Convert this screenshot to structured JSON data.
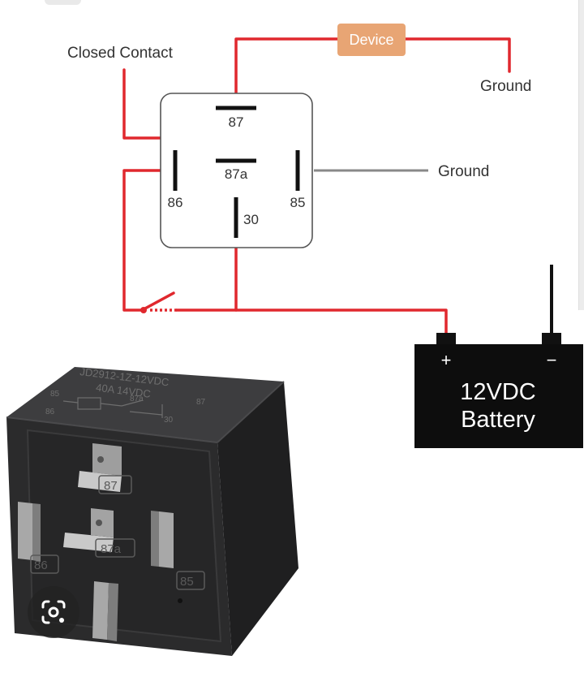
{
  "diagram": {
    "labels": {
      "device": "Device",
      "closed_contact": "Closed Contact",
      "ground_top": "Ground",
      "ground_mid": "Ground"
    },
    "pins": {
      "p87": "87",
      "p87a": "87a",
      "p86": "86",
      "p85": "85",
      "p30": "30"
    },
    "battery": {
      "plus": "+",
      "minus": "−",
      "line1": "12VDC",
      "line2": "Battery"
    },
    "colors": {
      "wire": "#e0282e",
      "ground_wire": "#888888",
      "device_box": "#e8a574",
      "relay_body": "#2b2b2c"
    }
  },
  "relay_photo": {
    "model": "JD2912-1Z-12VDC",
    "rating": "40A  14VDC",
    "terminals": [
      "87",
      "87a",
      "86",
      "85",
      "30"
    ]
  },
  "icons": {
    "lens": "google-lens-icon"
  }
}
